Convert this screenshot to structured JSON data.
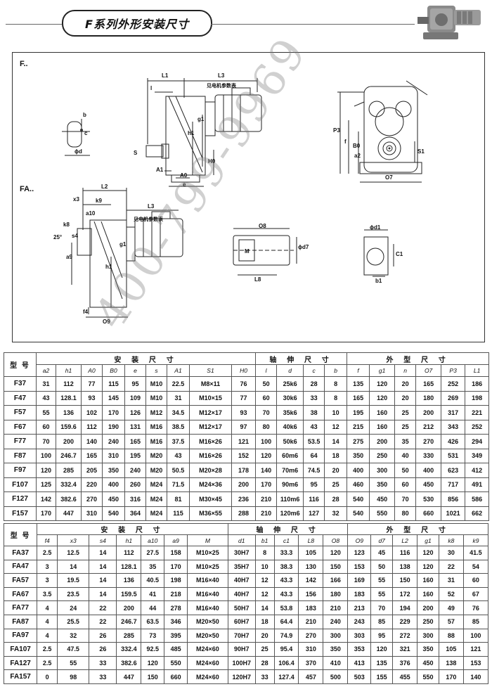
{
  "title": "F系列外形安装尺寸",
  "watermark": "400-799-9969",
  "drawing": {
    "labels_f": [
      "F..",
      "L1",
      "L3",
      "见电机参数表",
      "l",
      "g1",
      "h1",
      "H0",
      "A1",
      "A0",
      "e",
      "S",
      "b",
      "c",
      "ϕd",
      "P3",
      "f",
      "B0",
      "a2",
      "S1",
      "O7"
    ],
    "labels_fa": [
      "FA..",
      "L2",
      "k9",
      "x3",
      "a10",
      "L3",
      "见电机参数表",
      "k8",
      "25°",
      "s4",
      "a9",
      "g1",
      "h1",
      "f4",
      "O9",
      "O8",
      "M",
      "ϕd7",
      "L8",
      "ϕd1",
      "C1",
      "b1"
    ]
  },
  "tableF": {
    "model_header": "型 号",
    "groups": [
      {
        "label": "安 装 尺 寸",
        "span": 9
      },
      {
        "label": "轴 伸 尺 寸",
        "span": 4
      },
      {
        "label": "外 型 尺 寸",
        "span": 6
      }
    ],
    "columns": [
      "a2",
      "h1",
      "A0",
      "B0",
      "e",
      "s",
      "A1",
      "S1",
      "H0",
      "l",
      "d",
      "c",
      "b",
      "f",
      "g1",
      "n",
      "O7",
      "P3",
      "L1"
    ],
    "rows": [
      [
        "F37",
        "31",
        "112",
        "77",
        "115",
        "95",
        "M10",
        "22.5",
        "M8×11",
        "76",
        "50",
        "25k6",
        "28",
        "8",
        "135",
        "120",
        "20",
        "165",
        "252",
        "186"
      ],
      [
        "F47",
        "43",
        "128.1",
        "93",
        "145",
        "109",
        "M10",
        "31",
        "M10×15",
        "77",
        "60",
        "30k6",
        "33",
        "8",
        "165",
        "120",
        "20",
        "180",
        "269",
        "198"
      ],
      [
        "F57",
        "55",
        "136",
        "102",
        "170",
        "126",
        "M12",
        "34.5",
        "M12×17",
        "93",
        "70",
        "35k6",
        "38",
        "10",
        "195",
        "160",
        "25",
        "200",
        "317",
        "221"
      ],
      [
        "F67",
        "60",
        "159.6",
        "112",
        "190",
        "131",
        "M16",
        "38.5",
        "M12×17",
        "97",
        "80",
        "40k6",
        "43",
        "12",
        "215",
        "160",
        "25",
        "212",
        "343",
        "252"
      ],
      [
        "F77",
        "70",
        "200",
        "140",
        "240",
        "165",
        "M16",
        "37.5",
        "M16×26",
        "121",
        "100",
        "50k6",
        "53.5",
        "14",
        "275",
        "200",
        "35",
        "270",
        "426",
        "294"
      ],
      [
        "F87",
        "100",
        "246.7",
        "165",
        "310",
        "195",
        "M20",
        "43",
        "M16×26",
        "152",
        "120",
        "60m6",
        "64",
        "18",
        "350",
        "250",
        "40",
        "330",
        "531",
        "349"
      ],
      [
        "F97",
        "120",
        "285",
        "205",
        "350",
        "240",
        "M20",
        "50.5",
        "M20×28",
        "178",
        "140",
        "70m6",
        "74.5",
        "20",
        "400",
        "300",
        "50",
        "400",
        "623",
        "412"
      ],
      [
        "F107",
        "125",
        "332.4",
        "220",
        "400",
        "260",
        "M24",
        "71.5",
        "M24×36",
        "200",
        "170",
        "90m6",
        "95",
        "25",
        "460",
        "350",
        "60",
        "450",
        "717",
        "491"
      ],
      [
        "F127",
        "142",
        "382.6",
        "270",
        "450",
        "316",
        "M24",
        "81",
        "M30×45",
        "236",
        "210",
        "110m6",
        "116",
        "28",
        "540",
        "450",
        "70",
        "530",
        "856",
        "586"
      ],
      [
        "F157",
        "170",
        "447",
        "310",
        "540",
        "364",
        "M24",
        "115",
        "M36×55",
        "288",
        "210",
        "120m6",
        "127",
        "32",
        "540",
        "550",
        "80",
        "660",
        "1021",
        "662"
      ]
    ]
  },
  "tableFA": {
    "model_header": "型 号",
    "groups": [
      {
        "label": "安 装 尺 寸",
        "span": 7
      },
      {
        "label": "轴 伸 尺 寸",
        "span": 5
      },
      {
        "label": "外 型 尺 寸",
        "span": 6
      }
    ],
    "columns": [
      "f4",
      "x3",
      "s4",
      "h1",
      "a10",
      "a9",
      "M",
      "d1",
      "b1",
      "c1",
      "L8",
      "O8",
      "O9",
      "d7",
      "L2",
      "g1",
      "k8",
      "k9"
    ],
    "rows": [
      [
        "FA37",
        "2.5",
        "12.5",
        "14",
        "112",
        "27.5",
        "158",
        "M10×25",
        "30H7",
        "8",
        "33.3",
        "105",
        "120",
        "123",
        "45",
        "116",
        "120",
        "30",
        "41.5"
      ],
      [
        "FA47",
        "3",
        "14",
        "14",
        "128.1",
        "35",
        "170",
        "M10×25",
        "35H7",
        "10",
        "38.3",
        "130",
        "150",
        "153",
        "50",
        "138",
        "120",
        "22",
        "54"
      ],
      [
        "FA57",
        "3",
        "19.5",
        "14",
        "136",
        "40.5",
        "198",
        "M16×40",
        "40H7",
        "12",
        "43.3",
        "142",
        "166",
        "169",
        "55",
        "150",
        "160",
        "31",
        "60"
      ],
      [
        "FA67",
        "3.5",
        "23.5",
        "14",
        "159.5",
        "41",
        "218",
        "M16×40",
        "40H7",
        "12",
        "43.3",
        "156",
        "180",
        "183",
        "55",
        "172",
        "160",
        "52",
        "67"
      ],
      [
        "FA77",
        "4",
        "24",
        "22",
        "200",
        "44",
        "278",
        "M16×40",
        "50H7",
        "14",
        "53.8",
        "183",
        "210",
        "213",
        "70",
        "194",
        "200",
        "49",
        "76"
      ],
      [
        "FA87",
        "4",
        "25.5",
        "22",
        "246.7",
        "63.5",
        "346",
        "M20×50",
        "60H7",
        "18",
        "64.4",
        "210",
        "240",
        "243",
        "85",
        "229",
        "250",
        "57",
        "85"
      ],
      [
        "FA97",
        "4",
        "32",
        "26",
        "285",
        "73",
        "395",
        "M20×50",
        "70H7",
        "20",
        "74.9",
        "270",
        "300",
        "303",
        "95",
        "272",
        "300",
        "88",
        "100"
      ],
      [
        "FA107",
        "2.5",
        "47.5",
        "26",
        "332.4",
        "92.5",
        "485",
        "M24×60",
        "90H7",
        "25",
        "95.4",
        "310",
        "350",
        "353",
        "120",
        "321",
        "350",
        "105",
        "121"
      ],
      [
        "FA127",
        "2.5",
        "55",
        "33",
        "382.6",
        "120",
        "550",
        "M24×60",
        "100H7",
        "28",
        "106.4",
        "370",
        "410",
        "413",
        "135",
        "376",
        "450",
        "138",
        "153"
      ],
      [
        "FA157",
        "0",
        "98",
        "33",
        "447",
        "150",
        "660",
        "M24×60",
        "120H7",
        "33",
        "127.4",
        "457",
        "500",
        "503",
        "155",
        "455",
        "550",
        "170",
        "140"
      ]
    ]
  }
}
